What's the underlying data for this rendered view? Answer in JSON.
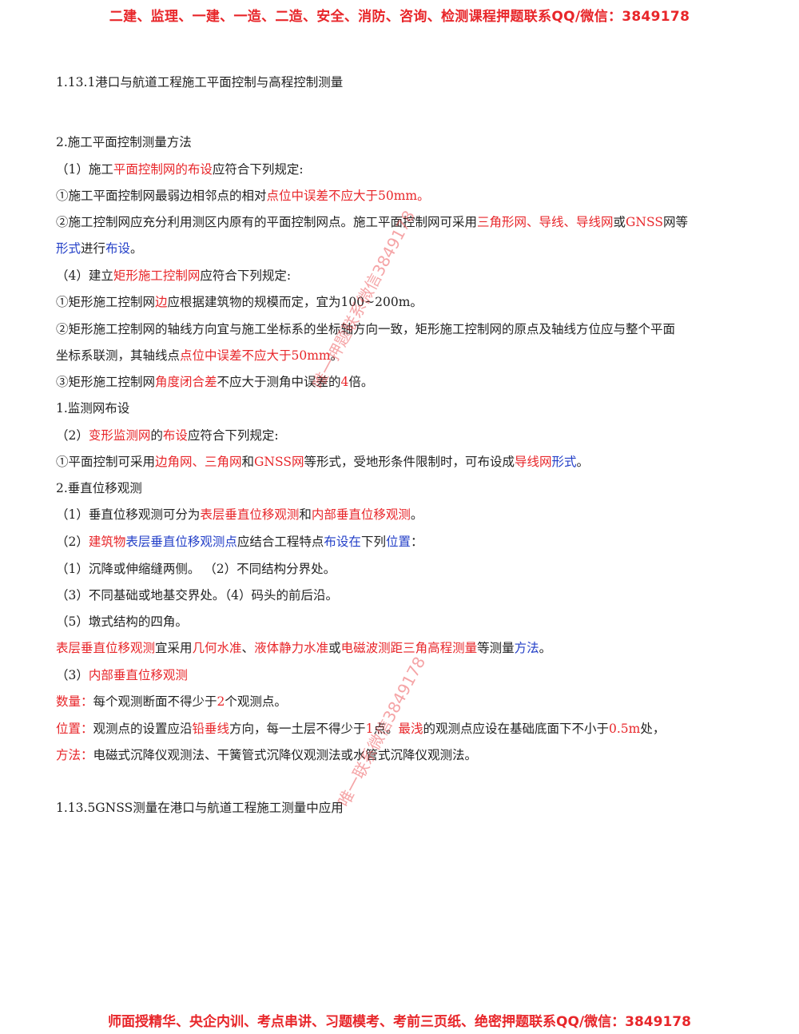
{
  "header": "二建、监理、一建、一造、二造、安全、消防、咨询、检测课程押题联系QQ/微信：3849178",
  "footer": "师面授精华、央企内训、考点串讲、习题模考、考前三页纸、绝密押题联系QQ/微信：3849178",
  "watermarks": [
    "唯一押题联系微信3849178",
    "唯一联系微信3849178"
  ],
  "lines": [
    [
      {
        "t": "1.13.1港口与航道工程施工平面控制与高程控制测量"
      }
    ],
    [
      {
        "t": "2.施工平面控制测量方法"
      }
    ],
    [
      {
        "t": "（1）施工"
      },
      {
        "t": "平面控制网的布设",
        "c": "r"
      },
      {
        "t": "应符合下列规定:"
      }
    ],
    [
      {
        "t": "①施工平面控制网最弱边相邻点的相对"
      },
      {
        "t": "点位中误差不应大于50mm。",
        "c": "r"
      }
    ],
    [
      {
        "t": "②施工控制网应充分利用测区内原有的平面控制网点。施工平面控制网可采用"
      },
      {
        "t": "三角形网、导线、导线网",
        "c": "r"
      },
      {
        "t": "或"
      },
      {
        "t": "GNSS",
        "c": "r"
      },
      {
        "t": "网等"
      }
    ],
    [
      {
        "t": "形式",
        "c": "b"
      },
      {
        "t": "进行"
      },
      {
        "t": "布设",
        "c": "b"
      },
      {
        "t": "。"
      }
    ],
    [
      {
        "t": "（4）建立"
      },
      {
        "t": "矩形施工控制网",
        "c": "r"
      },
      {
        "t": "应符合下列规定:"
      }
    ],
    [
      {
        "t": "①矩形施工控制网"
      },
      {
        "t": "边",
        "c": "r"
      },
      {
        "t": "应根据建筑物的规模而定，宜为100~200m。"
      }
    ],
    [
      {
        "t": "②矩形施工控制网的轴线方向宜与施工坐标系的坐标轴方向一致，矩形施工控制网的原点及轴线方位应与整个平面"
      }
    ],
    [
      {
        "t": "坐标系联测，其轴线点"
      },
      {
        "t": "点位中误差不应大于50mm",
        "c": "r"
      },
      {
        "t": "。"
      }
    ],
    [
      {
        "t": "③矩形施工控制网"
      },
      {
        "t": "角度闭合差",
        "c": "r"
      },
      {
        "t": "不应大于测角中误差的"
      },
      {
        "t": "4",
        "c": "r"
      },
      {
        "t": "倍。"
      }
    ],
    [
      {
        "t": "1.监测网布设"
      }
    ],
    [
      {
        "t": "（2）"
      },
      {
        "t": "变形监测网",
        "c": "r"
      },
      {
        "t": "的"
      },
      {
        "t": "布设",
        "c": "r"
      },
      {
        "t": "应符合下列规定:"
      }
    ],
    [
      {
        "t": "①平面控制可采用"
      },
      {
        "t": "边角网、三角网",
        "c": "r"
      },
      {
        "t": "和"
      },
      {
        "t": "GNSS网",
        "c": "r"
      },
      {
        "t": "等形式，受地形条件限制时，可布设成"
      },
      {
        "t": "导线网",
        "c": "r"
      },
      {
        "t": "形式",
        "c": "b"
      },
      {
        "t": "。"
      }
    ],
    [
      {
        "t": "2.垂直位移观测"
      }
    ],
    [
      {
        "t": "（1）垂直位移观测可分为"
      },
      {
        "t": "表层垂直位移观测",
        "c": "r"
      },
      {
        "t": "和"
      },
      {
        "t": "内部垂直位移观测",
        "c": "r"
      },
      {
        "t": "。"
      }
    ],
    [
      {
        "t": "（2）"
      },
      {
        "t": "建筑物",
        "c": "r"
      },
      {
        "t": "表层垂直位移观测点",
        "c": "b"
      },
      {
        "t": "应结合工程特点"
      },
      {
        "t": "布设在",
        "c": "b"
      },
      {
        "t": "下列"
      },
      {
        "t": "位置",
        "c": "b"
      },
      {
        "t": "："
      }
    ],
    [
      {
        "t": "（1）沉降或伸缩缝两侧。              （2）不同结构分界处。"
      }
    ],
    [
      {
        "t": "（3）不同基础或地基交界处。（4）码头的前后沿。"
      }
    ],
    [
      {
        "t": "（5）墩式结构的四角。"
      }
    ],
    [
      {
        "t": "表层垂直位移观测",
        "c": "r"
      },
      {
        "t": "宜采用"
      },
      {
        "t": "几何水准",
        "c": "r"
      },
      {
        "t": "、"
      },
      {
        "t": "液体静力水准",
        "c": "r"
      },
      {
        "t": "或"
      },
      {
        "t": "电磁波测距三角高程测量",
        "c": "r"
      },
      {
        "t": "等测量"
      },
      {
        "t": "方法",
        "c": "b"
      },
      {
        "t": "。"
      }
    ],
    [
      {
        "t": "（3）"
      },
      {
        "t": "内部垂直位移观测",
        "c": "r"
      }
    ],
    [
      {
        "t": "数量：",
        "c": "r"
      },
      {
        "t": "每个观测断面不得少于"
      },
      {
        "t": "2",
        "c": "r"
      },
      {
        "t": "个观测点。"
      }
    ],
    [
      {
        "t": "位置：",
        "c": "r"
      },
      {
        "t": "观测点的设置应沿"
      },
      {
        "t": "铅垂线",
        "c": "r"
      },
      {
        "t": "方向，每一土层不得少于"
      },
      {
        "t": "1",
        "c": "r"
      },
      {
        "t": "点。"
      },
      {
        "t": "最浅",
        "c": "r"
      },
      {
        "t": "的观测点应设在基础底面下不小于"
      },
      {
        "t": "0.5m",
        "c": "r"
      },
      {
        "t": "处，"
      }
    ],
    [
      {
        "t": "方法：",
        "c": "r"
      },
      {
        "t": "电磁式沉降仪观测法、干簧管式沉降仪观测法或水管式沉降仪观测法。"
      }
    ],
    [
      {
        "t": "1.13.5GNSS测量在港口与航道工程施工测量中应用"
      }
    ]
  ]
}
